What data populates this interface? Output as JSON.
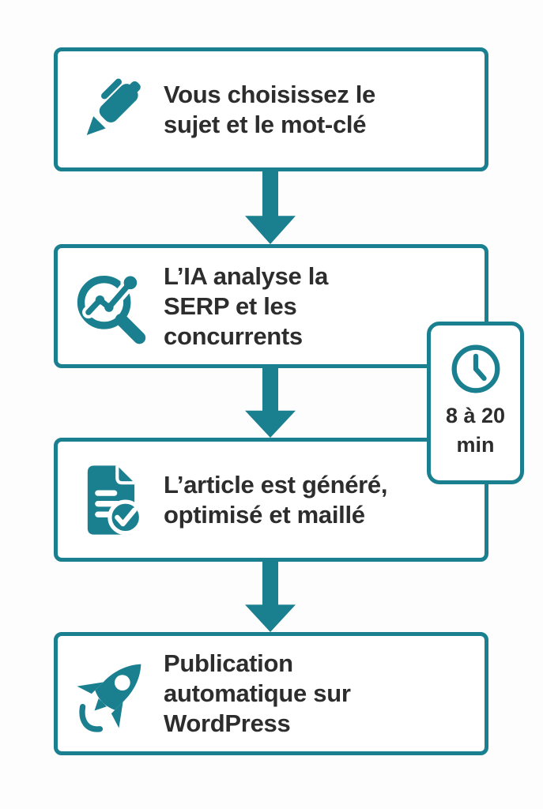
{
  "palette": {
    "accent_teal": "#1A7F8F",
    "text_dark": "#2D2D2D",
    "box_fill": "#FFFFFF",
    "background": "#FDFDFD"
  },
  "steps": [
    {
      "icon": "pen-icon",
      "lines": [
        "Vous choisissez le",
        "sujet et le mot-clé"
      ]
    },
    {
      "icon": "search-analytics-icon",
      "lines": [
        "L’IA analyse la",
        "SERP et les",
        "concurrents"
      ]
    },
    {
      "icon": "document-check-icon",
      "lines": [
        "L’article est généré,",
        "optimisé et maillé"
      ]
    },
    {
      "icon": "rocket-icon",
      "lines": [
        "Publication",
        "automatique sur",
        "WordPress"
      ]
    }
  ],
  "timer": {
    "icon": "clock-icon",
    "lines": [
      "8 à 20",
      "min"
    ]
  }
}
